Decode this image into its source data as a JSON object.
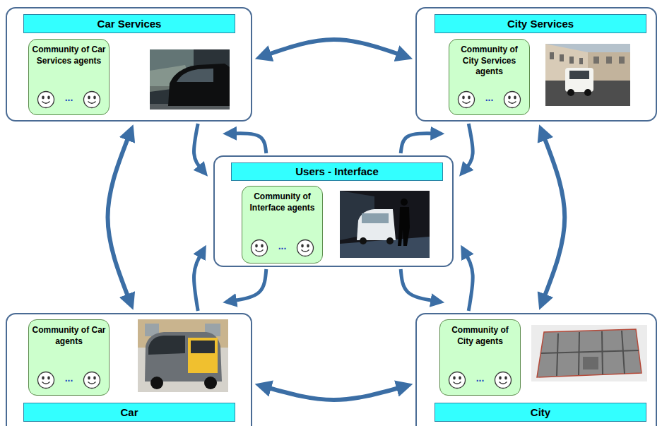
{
  "diagram": {
    "nodes": [
      {
        "text": [
          "Car Services"
        ]
      },
      {
        "text": [
          "Community of Car Services agents",
          "..."
        ],
        "in": 0
      },
      {
        "text": [
          "City Services"
        ]
      },
      {
        "text": [
          "Community of City Services agents",
          "..."
        ],
        "in": 2
      },
      {
        "text": [
          "Users - Interface"
        ]
      },
      {
        "text": [
          "Community of Interface agents",
          "..."
        ],
        "in": 4
      },
      {
        "text": [
          "Car"
        ]
      },
      {
        "text": [
          "Community of Car agents",
          "..."
        ],
        "in": 6
      },
      {
        "text": [
          "City"
        ]
      },
      {
        "text": [
          "Community of City agents",
          "..."
        ],
        "in": 8
      }
    ],
    "edges": [
      {
        "from": 0,
        "to": 2,
        "arrow": "both"
      },
      {
        "from": 0,
        "to": 6,
        "arrow": "both"
      },
      {
        "from": 2,
        "to": 8,
        "arrow": "both"
      },
      {
        "from": 6,
        "to": 8,
        "arrow": "both"
      },
      {
        "from": 4,
        "to": 0,
        "arrow": "to"
      },
      {
        "from": 0,
        "to": 4,
        "arrow": "to"
      },
      {
        "from": 4,
        "to": 2,
        "arrow": "to"
      },
      {
        "from": 2,
        "to": 4,
        "arrow": "to"
      },
      {
        "from": 4,
        "to": 6,
        "arrow": "to"
      },
      {
        "from": 6,
        "to": 4,
        "arrow": "to"
      },
      {
        "from": 4,
        "to": 8,
        "arrow": "to"
      },
      {
        "from": 8,
        "to": 4,
        "arrow": "to"
      }
    ]
  }
}
